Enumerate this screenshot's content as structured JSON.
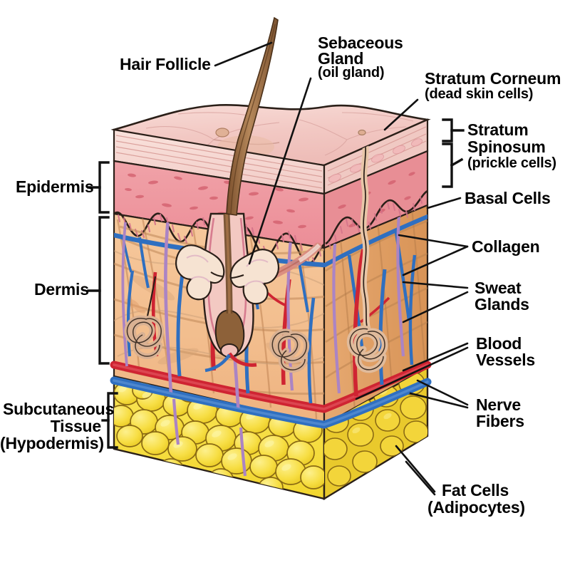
{
  "diagram": {
    "subject": "Cross-section of human skin",
    "background_color": "#ffffff",
    "ink_color": "#111111"
  },
  "labels": {
    "hair_follicle": {
      "title": "Hair Follicle",
      "paren": ""
    },
    "sebaceous_gland": {
      "title_line1": "Sebaceous",
      "title_line2": "Gland",
      "paren": "(oil gland)"
    },
    "stratum_corneum": {
      "title": "Stratum Corneum",
      "paren": "(dead skin cells)"
    },
    "stratum_spinosum": {
      "title_line1": "Stratum",
      "title_line2": "Spinosum",
      "paren": "(prickle cells)"
    },
    "basal_cells": {
      "title": "Basal Cells"
    },
    "collagen": {
      "title": "Collagen"
    },
    "sweat_glands": {
      "title_line1": "Sweat",
      "title_line2": "Glands"
    },
    "blood_vessels": {
      "title_line1": "Blood",
      "title_line2": "Vessels"
    },
    "nerve_fibers": {
      "title_line1": "Nerve",
      "title_line2": "Fibers"
    },
    "fat_cells": {
      "title": "Fat Cells",
      "paren": "(Adipocytes)"
    },
    "epidermis": {
      "title": "Epidermis"
    },
    "dermis": {
      "title": "Dermis"
    },
    "subcutaneous": {
      "line1": "Subcutaneous",
      "line2": "Tissue",
      "line3": "(Hypodermis)"
    }
  },
  "layers": [
    {
      "name": "Epidermis",
      "sublayers": [
        "Stratum Corneum",
        "Stratum Spinosum",
        "Basal Cells"
      ]
    },
    {
      "name": "Dermis",
      "structures": [
        "Collagen",
        "Sweat Glands",
        "Blood Vessels",
        "Nerve Fibers",
        "Hair Follicle",
        "Sebaceous Gland"
      ]
    },
    {
      "name": "Subcutaneous Tissue (Hypodermis)",
      "structures": [
        "Fat Cells (Adipocytes)"
      ]
    }
  ],
  "colors": {
    "skin_surface": "#f4cfca",
    "stratum_corneum": "#f7dcd6",
    "stratum_spinosum": "#ef99a0",
    "basal_pink": "#e98f9c",
    "dermis_front": "#f4c193",
    "dermis_side": "#e0a167",
    "fat_yellow": "#f7df4a",
    "fat_side": "#ecc92f",
    "artery_red": "#cf2432",
    "vein_blue": "#2f6fc0",
    "nerve_purple": "#ab84c4",
    "hair_brown": "#8d6139",
    "collagen_tan": "#c8976a",
    "gland_tan": "#e0b593",
    "outline": "#1a1512"
  }
}
